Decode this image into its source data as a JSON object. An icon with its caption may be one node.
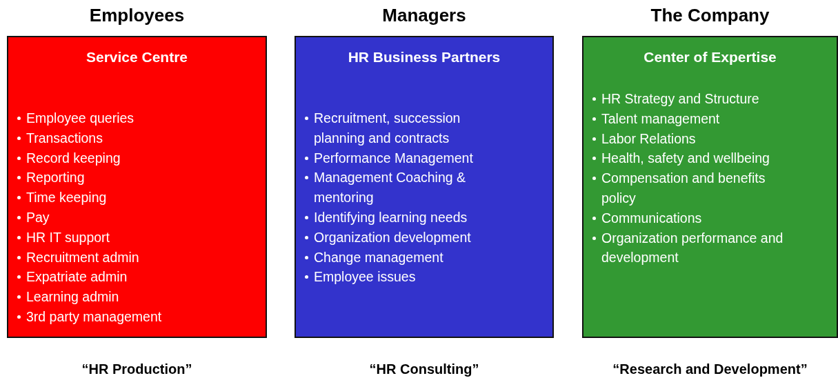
{
  "diagram": {
    "nodes": [
      {
        "text": [
          "Employees",
          "Service Centre",
          "Employee queries",
          "Transactions",
          "Record keeping",
          "Reporting",
          "Time keeping",
          "Pay",
          "HR IT support",
          "Recruitment admin",
          "Expatriate admin",
          "Learning admin",
          "3rd party management"
        ],
        "beside": [
          "“HR Production”"
        ]
      },
      {
        "text": [
          "Managers",
          "HR Business Partners",
          "Recruitment, succession planning and contracts",
          "Performance Management",
          "Management Coaching & mentoring",
          "Identifying learning needs",
          "Organization development",
          "Change management",
          "Employee issues"
        ],
        "beside": [
          "“HR Consulting”"
        ]
      },
      {
        "text": [
          "The Company",
          "Center of Expertise",
          "HR Strategy and Structure",
          "Talent management",
          "Labor Relations",
          "Health, safety and wellbeing",
          "Compensation and benefits policy",
          "Communications",
          "Organization performance and development"
        ],
        "beside": [
          "“Research and Development”"
        ]
      }
    ]
  }
}
